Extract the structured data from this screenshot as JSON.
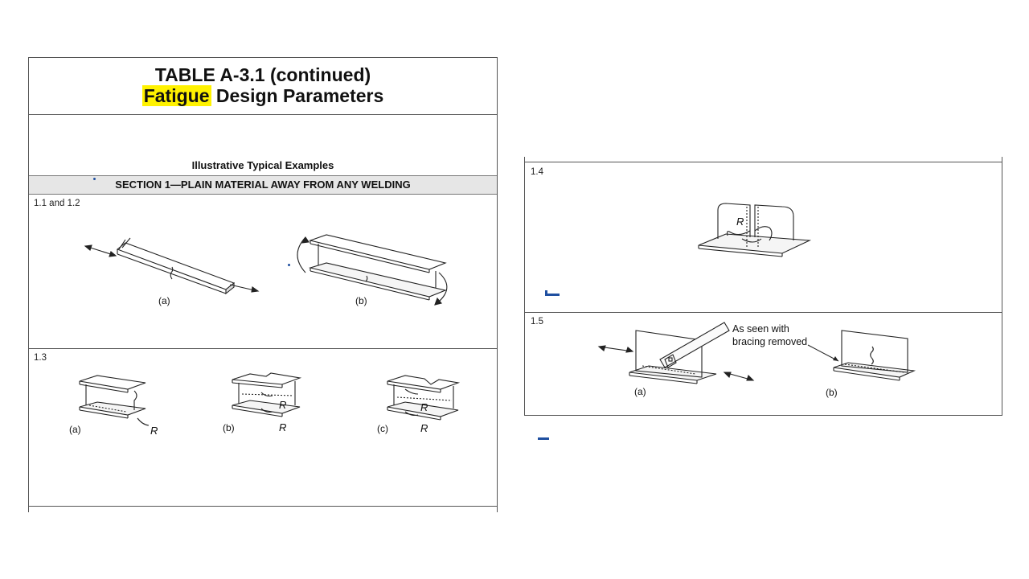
{
  "table": {
    "title": "TABLE A-3.1 (continued)",
    "subtitle_highlight": "Fatigue",
    "subtitle_rest": " Design Parameters",
    "illustrative_label": "Illustrative Typical Examples",
    "section_heading": "SECTION 1—PLAIN MATERIAL AWAY FROM ANY WELDING"
  },
  "rows": {
    "r11": {
      "label": "1.1 and 1.2",
      "fig_a": "(a)",
      "fig_b": "(b)"
    },
    "r13": {
      "label": "1.3",
      "fig_a": "(a)",
      "fig_b": "(b)",
      "fig_c": "(c)",
      "r_mark": "R"
    },
    "r14": {
      "label": "1.4",
      "r_mark": "R"
    },
    "r15": {
      "label": "1.5",
      "fig_a": "(a)",
      "fig_b": "(b)",
      "annotation_line1": "As seen with",
      "annotation_line2": "bracing removed"
    }
  },
  "colors": {
    "highlight": "#fff200",
    "section_bar": "#e6e6e6",
    "mark": "#1f4fa0"
  }
}
